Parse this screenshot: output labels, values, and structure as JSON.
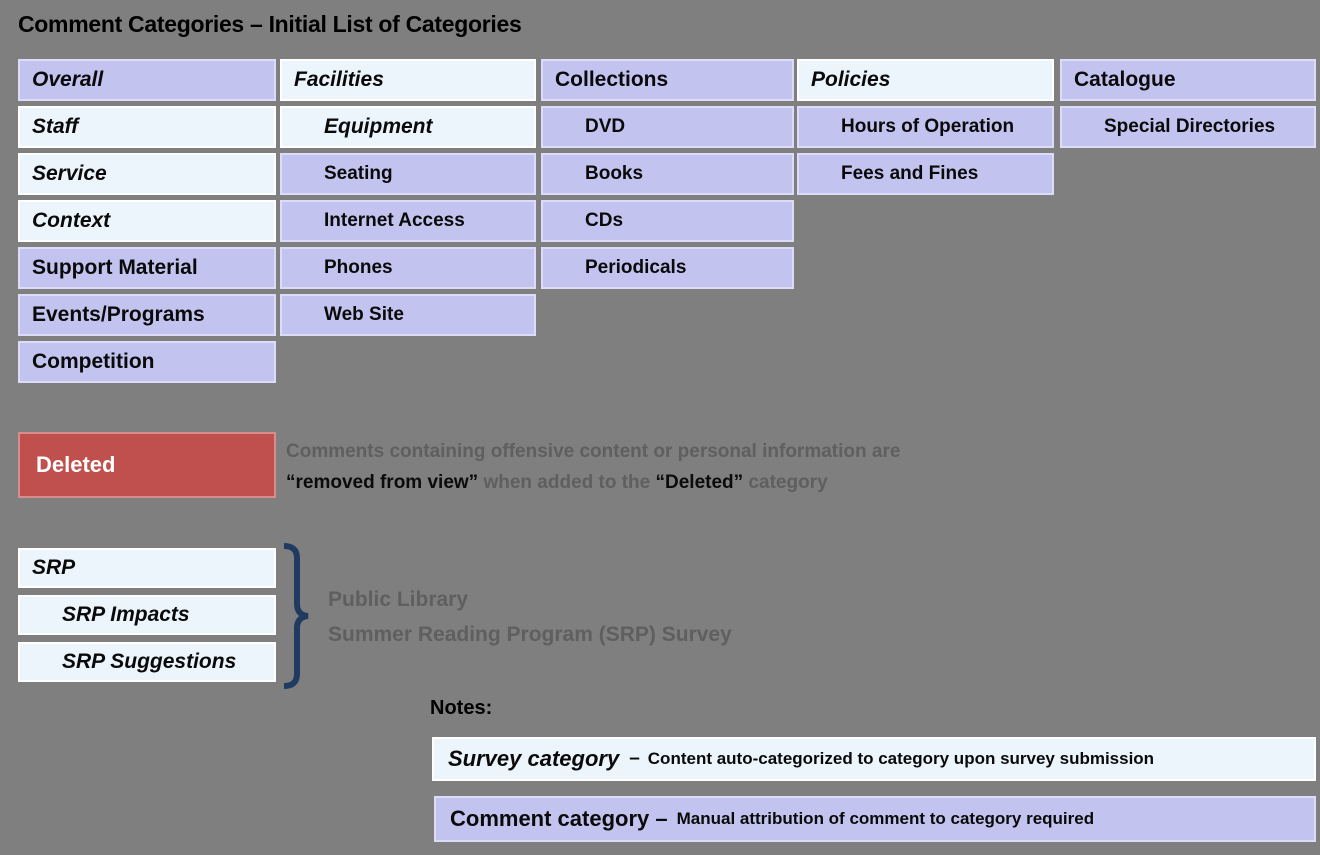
{
  "page": {
    "title": "Comment Categories – Initial List of Categories"
  },
  "colors": {
    "bg": "#7f7f7f",
    "purple": "#c3c3f0",
    "lightblue": "#edf5fc",
    "red": "#c0504d",
    "navy": "#1f3b60",
    "graytext": "#5f5f5f"
  },
  "grid": {
    "columns": [
      {
        "id": "overall",
        "items": [
          {
            "label": "Overall",
            "bg": "purple",
            "italic": true,
            "indent": false,
            "size": "lg"
          },
          {
            "label": "Staff",
            "bg": "light",
            "italic": true,
            "indent": false,
            "size": "lg"
          },
          {
            "label": "Service",
            "bg": "light",
            "italic": true,
            "indent": false,
            "size": "lg"
          },
          {
            "label": "Context",
            "bg": "light",
            "italic": true,
            "indent": false,
            "size": "lg"
          },
          {
            "label": "Support Material",
            "bg": "purple",
            "italic": false,
            "indent": false,
            "size": "lg"
          },
          {
            "label": "Events/Programs",
            "bg": "purple",
            "italic": false,
            "indent": false,
            "size": "lg"
          },
          {
            "label": "Competition",
            "bg": "purple",
            "italic": false,
            "indent": false,
            "size": "lg"
          }
        ]
      },
      {
        "id": "facilities",
        "items": [
          {
            "label": "Facilities",
            "bg": "light",
            "italic": true,
            "indent": false,
            "size": "lg"
          },
          {
            "label": "Equipment",
            "bg": "light",
            "italic": true,
            "indent": true,
            "size": "lg"
          },
          {
            "label": "Seating",
            "bg": "purple",
            "italic": false,
            "indent": true,
            "size": "md"
          },
          {
            "label": "Internet Access",
            "bg": "purple",
            "italic": false,
            "indent": true,
            "size": "md"
          },
          {
            "label": "Phones",
            "bg": "purple",
            "italic": false,
            "indent": true,
            "size": "md"
          },
          {
            "label": "Web Site",
            "bg": "purple",
            "italic": false,
            "indent": true,
            "size": "md"
          }
        ]
      },
      {
        "id": "collections",
        "items": [
          {
            "label": "Collections",
            "bg": "purple",
            "italic": false,
            "indent": false,
            "size": "lg"
          },
          {
            "label": "DVD",
            "bg": "purple",
            "italic": false,
            "indent": true,
            "size": "md"
          },
          {
            "label": "Books",
            "bg": "purple",
            "italic": false,
            "indent": true,
            "size": "md"
          },
          {
            "label": "CDs",
            "bg": "purple",
            "italic": false,
            "indent": true,
            "size": "md"
          },
          {
            "label": "Periodicals",
            "bg": "purple",
            "italic": false,
            "indent": true,
            "size": "md"
          }
        ]
      },
      {
        "id": "policies",
        "items": [
          {
            "label": "Policies",
            "bg": "light",
            "italic": true,
            "indent": false,
            "size": "lg"
          },
          {
            "label": "Hours of Operation",
            "bg": "purple",
            "italic": false,
            "indent": true,
            "size": "md"
          },
          {
            "label": "Fees and Fines",
            "bg": "purple",
            "italic": false,
            "indent": true,
            "size": "md"
          }
        ]
      },
      {
        "id": "catalogue",
        "items": [
          {
            "label": "Catalogue",
            "bg": "purple",
            "italic": false,
            "indent": false,
            "size": "lg"
          },
          {
            "label": "Special Directories",
            "bg": "purple",
            "italic": false,
            "indent": true,
            "size": "md"
          }
        ]
      }
    ]
  },
  "deleted": {
    "label": "Deleted",
    "note_segments": [
      {
        "text": "Comments containing offensive content or personal information are",
        "tone": "gray",
        "break": true
      },
      {
        "text": "“removed from view”",
        "tone": "black",
        "break": false
      },
      {
        "text": " when added to the ",
        "tone": "gray",
        "break": false
      },
      {
        "text": "“Deleted”",
        "tone": "black",
        "break": false
      },
      {
        "text": " category",
        "tone": "gray",
        "break": false
      }
    ]
  },
  "srp": {
    "items": [
      {
        "label": "SRP",
        "bg": "light",
        "italic": true,
        "indent": false,
        "size": "lg"
      },
      {
        "label": "SRP Impacts",
        "bg": "light",
        "italic": true,
        "indent": true,
        "size": "lg"
      },
      {
        "label": "SRP Suggestions",
        "bg": "light",
        "italic": true,
        "indent": true,
        "size": "lg"
      }
    ],
    "caption_line1": "Public Library",
    "caption_line2": "Summer Reading Program (SRP) Survey"
  },
  "notes": {
    "label": "Notes:",
    "survey": {
      "title": "Survey category",
      "dash": "–",
      "description": "Content auto-categorized to category upon survey submission"
    },
    "comment": {
      "title": "Comment category –",
      "description": "Manual attribution of comment to category required"
    }
  }
}
